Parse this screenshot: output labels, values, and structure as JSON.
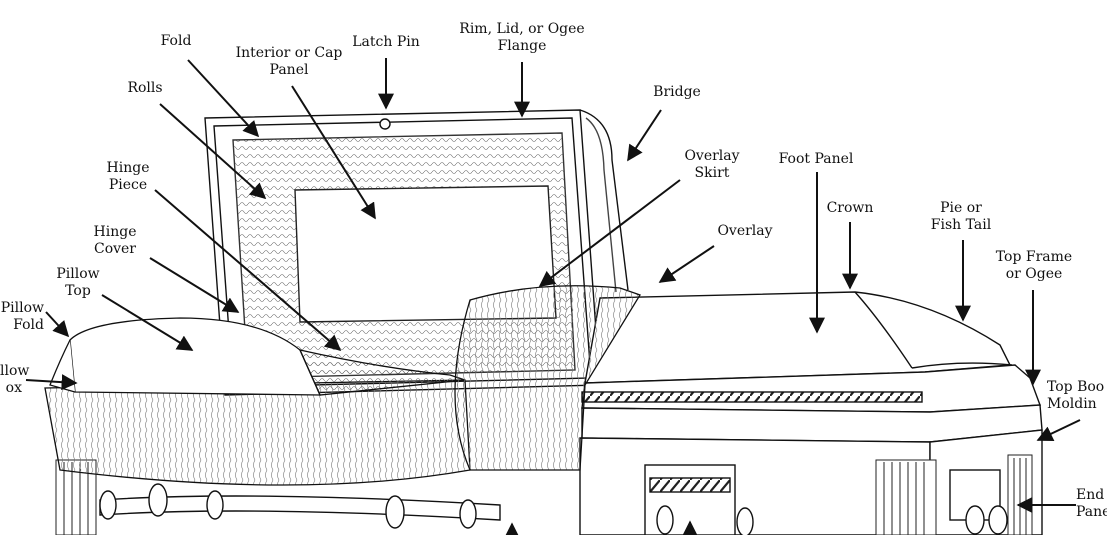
{
  "labels": {
    "fold": "Fold",
    "interior_cap_panel": "Interior or Cap\nPanel",
    "latch_pin": "Latch Pin",
    "rim_lid_ogee_flange": "Rim, Lid, or Ogee\nFlange",
    "bridge": "Bridge",
    "rolls": "Rolls",
    "hinge_piece": "Hinge\nPiece",
    "hinge_cover": "Hinge\nCover",
    "pillow_top": "Pillow\nTop",
    "pillow_fold": "Pillow\nFold",
    "pillow_box": "llow\nox",
    "overlay_skirt": "Overlay\nSkirt",
    "overlay": "Overlay",
    "foot_panel": "Foot Panel",
    "crown": "Crown",
    "pie_fish_tail": "Pie or\nFish Tail",
    "top_frame_ogee": "Top Frame\nor Ogee",
    "top_body_molding": "Top Boo\nMoldin",
    "end_panel": "End\nPane"
  }
}
